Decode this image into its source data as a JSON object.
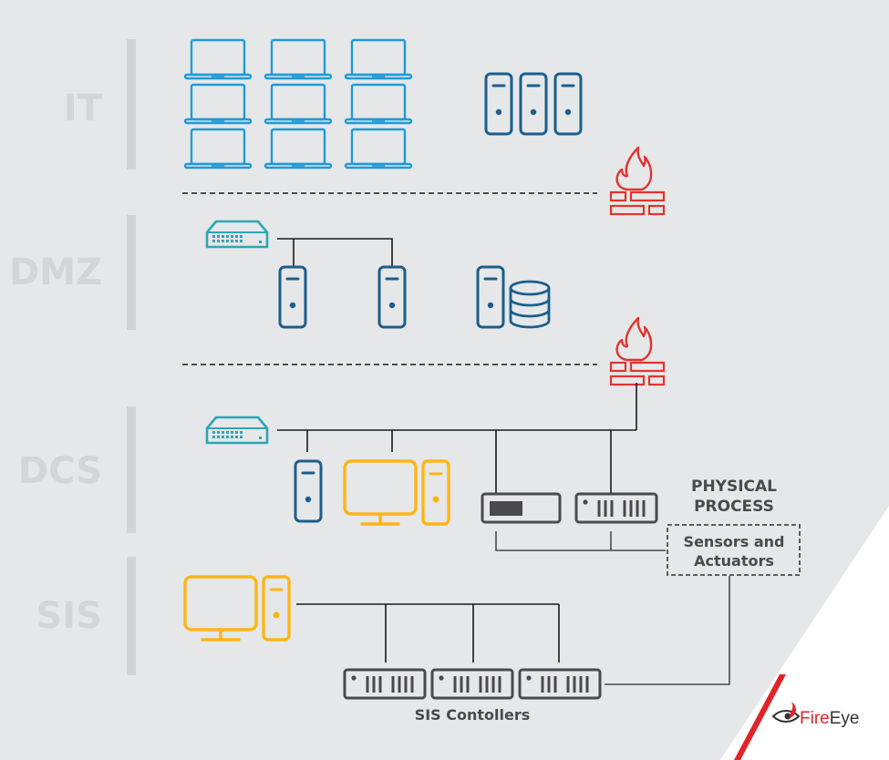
{
  "colors": {
    "background": "#e6e7e9",
    "laptop": "#1e9bd7",
    "server": "#1b5e8c",
    "switch": "#2aa7b5",
    "workstation": "#fdb515",
    "firewall": "#e2332f",
    "controller": "#4a4a4c",
    "wire": "#1a1a1a",
    "zone_bar": "#d2d3d5",
    "brand_red": "#e2232a"
  },
  "zones": [
    {
      "label": "IT"
    },
    {
      "label": "DMZ"
    },
    {
      "label": "DCS"
    },
    {
      "label": "SIS"
    }
  ],
  "nodes": {
    "it_laptops": {
      "count": 9,
      "icon": "laptop-icon"
    },
    "it_servers": {
      "count": 3,
      "icon": "server-tower-icon"
    },
    "firewalls": {
      "count": 2,
      "icon": "firewall-icon"
    },
    "dmz_switch": {
      "icon": "network-switch-icon"
    },
    "dmz_servers": {
      "count": 2,
      "icon": "server-tower-icon"
    },
    "dmz_db_server": {
      "icon": "database-server-icon"
    },
    "dcs_switch": {
      "icon": "network-switch-icon"
    },
    "dcs_server": {
      "icon": "server-tower-icon"
    },
    "dcs_workstation": {
      "icon": "desktop-workstation-icon"
    },
    "dcs_controllers": {
      "count": 2,
      "icon": "controller-icon"
    },
    "sis_workstation": {
      "icon": "desktop-workstation-icon"
    },
    "sis_controllers": {
      "count": 3,
      "icon": "controller-icon"
    }
  },
  "labels": {
    "physical_process_line1": "PHYSICAL",
    "physical_process_line2": "PROCESS",
    "sensors_line1": "Sensors and",
    "sensors_line2": "Actuators",
    "sis_controllers": "SIS Contollers"
  },
  "brand": {
    "name_part1": "Fire",
    "name_part2": "Eye",
    "icon": "fireeye-eye-logo-icon"
  }
}
